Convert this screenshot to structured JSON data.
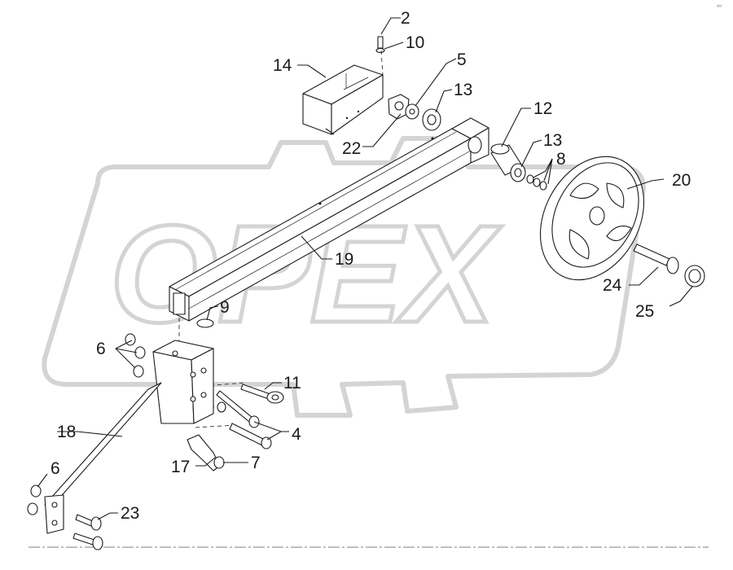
{
  "watermark": {
    "text": "OPEX",
    "kind": "brand-logo"
  },
  "corner_mark": "ᵃᵇᶜ",
  "callouts": [
    {
      "id": "c2",
      "label": "2"
    },
    {
      "id": "c10",
      "label": "10"
    },
    {
      "id": "c14",
      "label": "14"
    },
    {
      "id": "c5",
      "label": "5"
    },
    {
      "id": "c13a",
      "label": "13"
    },
    {
      "id": "c22",
      "label": "22"
    },
    {
      "id": "c12",
      "label": "12"
    },
    {
      "id": "c13b",
      "label": "13"
    },
    {
      "id": "c8",
      "label": "8"
    },
    {
      "id": "c20",
      "label": "20"
    },
    {
      "id": "c19",
      "label": "19"
    },
    {
      "id": "c24",
      "label": "24"
    },
    {
      "id": "c25",
      "label": "25"
    },
    {
      "id": "c9",
      "label": "9"
    },
    {
      "id": "c6a",
      "label": "6"
    },
    {
      "id": "c11",
      "label": "11"
    },
    {
      "id": "c18",
      "label": "18"
    },
    {
      "id": "c4",
      "label": "4"
    },
    {
      "id": "c17",
      "label": "17"
    },
    {
      "id": "c7",
      "label": "7"
    },
    {
      "id": "c6b",
      "label": "6"
    },
    {
      "id": "c23",
      "label": "23"
    }
  ]
}
